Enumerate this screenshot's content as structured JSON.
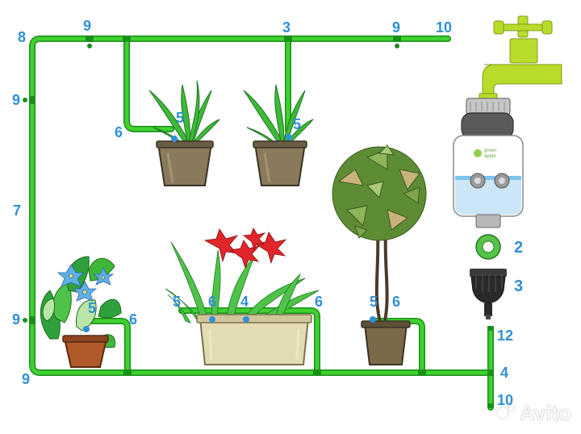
{
  "labels": {
    "top_8": "8",
    "top_9_left": "9",
    "top_3": "3",
    "top_9_right": "9",
    "top_10": "10",
    "left_9_upper": "9",
    "left_7": "7",
    "left_9_lower": "9",
    "left_9_bottom": "9",
    "pot1_6": "6",
    "pot1_5": "5",
    "pot2_5": "5",
    "flower_5": "5",
    "flower_6": "6",
    "planter_5": "5",
    "planter_6_left": "6",
    "planter_4": "4",
    "planter_6_right": "6",
    "tree_5": "5",
    "tree_6": "6",
    "part_2": "2",
    "part_3": "3",
    "right_12": "12",
    "right_4": "4",
    "right_10": "10"
  },
  "timer": {
    "brand_line1": "green",
    "brand_line2": "apple"
  },
  "watermark": {
    "text": "Avito"
  },
  "colors": {
    "tube": "#3fd130",
    "tube_edge": "#1b8f1b",
    "labels": "#2f8fd8",
    "faucet": "#b7dc2c"
  }
}
